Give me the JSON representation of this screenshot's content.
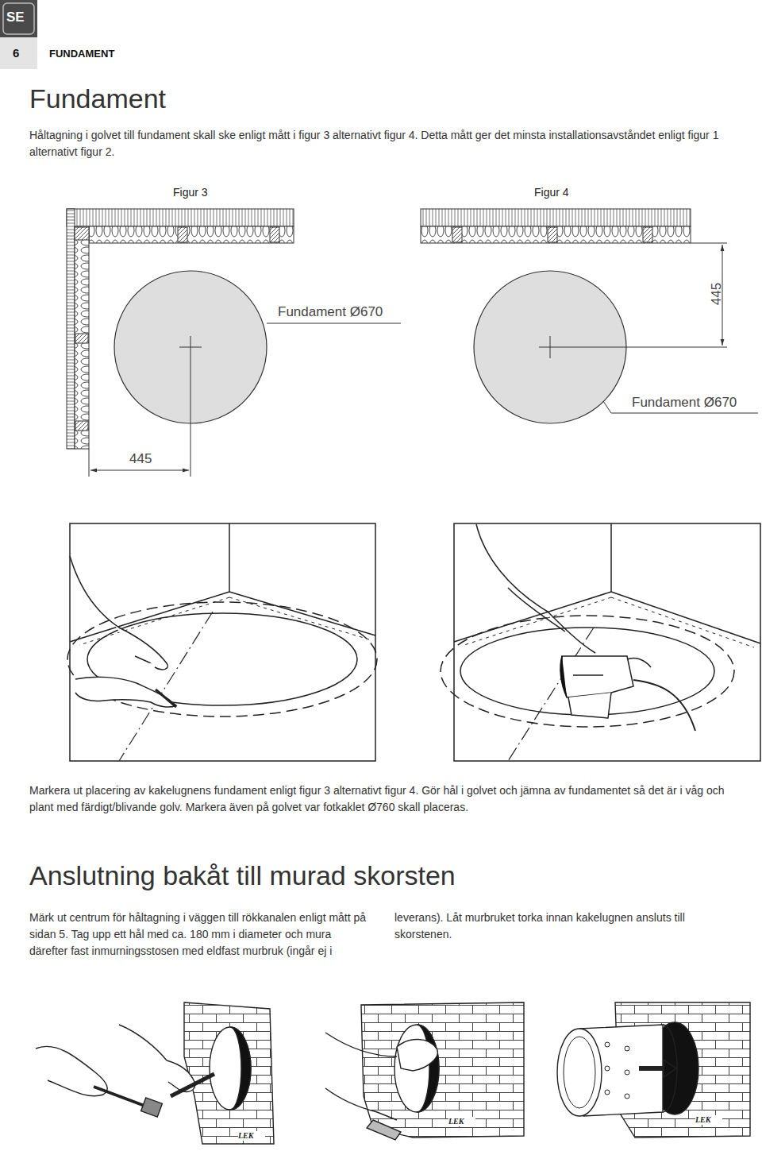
{
  "diagram": {
    "title": "Fundament",
    "labels": [
      "SE",
      "6",
      "FUNDAMENT",
      "Håltagning i golvet till fundament skall ske enligt mått i figur 3 alternativt figur 4. Detta mått ger det minsta installationsavståndet enligt figur 1 alternativt figur 2.",
      "Figur 3",
      "Figur 4",
      "Fundament Ø670",
      "445",
      "445",
      "Fundament Ø670",
      "Markera ut placering av kakelugnens fundament enligt figur 3 alternativt figur 4. Gör hål i golvet och jämna av fundamentet så det är i våg och plant med färdigt/blivande golv. Markera även på golvet var fotkaklet Ø760 skall placeras.",
      "Anslutning bakåt till murad skorsten",
      "Märk ut centrum för håltagning i väggen till rökkanalen enligt mått på sidan 5. Tag upp ett hål med ca. 180 mm i diameter och mura därefter fast inmurningsstosen med eldfast murbruk (ingår ej i leverans). Låt murbruket torka innan kakelugnen ansluts till skorstenen.",
      "LEK",
      "LEK",
      "LEK"
    ]
  }
}
